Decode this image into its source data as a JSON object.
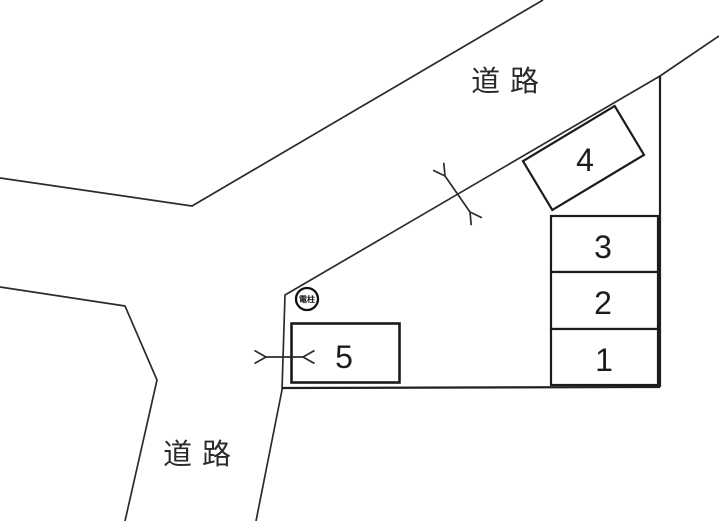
{
  "figure": {
    "type": "site-plan",
    "description": "scanned parking lot layout drawing"
  },
  "labels": {
    "road_top": "道路",
    "road_bottom": "道路",
    "pole": "電柱"
  },
  "spaces": [
    {
      "id": "space-1",
      "label": "1"
    },
    {
      "id": "space-2",
      "label": "2"
    },
    {
      "id": "space-3",
      "label": "3"
    },
    {
      "id": "space-4",
      "label": "4"
    },
    {
      "id": "space-5",
      "label": "5"
    }
  ],
  "icons": [
    {
      "name": "road-width-arrow-icon",
      "glyph": "double-headed-arrow"
    },
    {
      "name": "entrance-width-arrow-icon",
      "glyph": "double-headed-arrow"
    },
    {
      "name": "utility-pole-marker",
      "glyph": "circled-text"
    }
  ],
  "colors": {
    "background": "#ffffff",
    "road_line": "#2b2b2b",
    "box_border": "#1b1b1b",
    "text": "#1c1c1c"
  }
}
